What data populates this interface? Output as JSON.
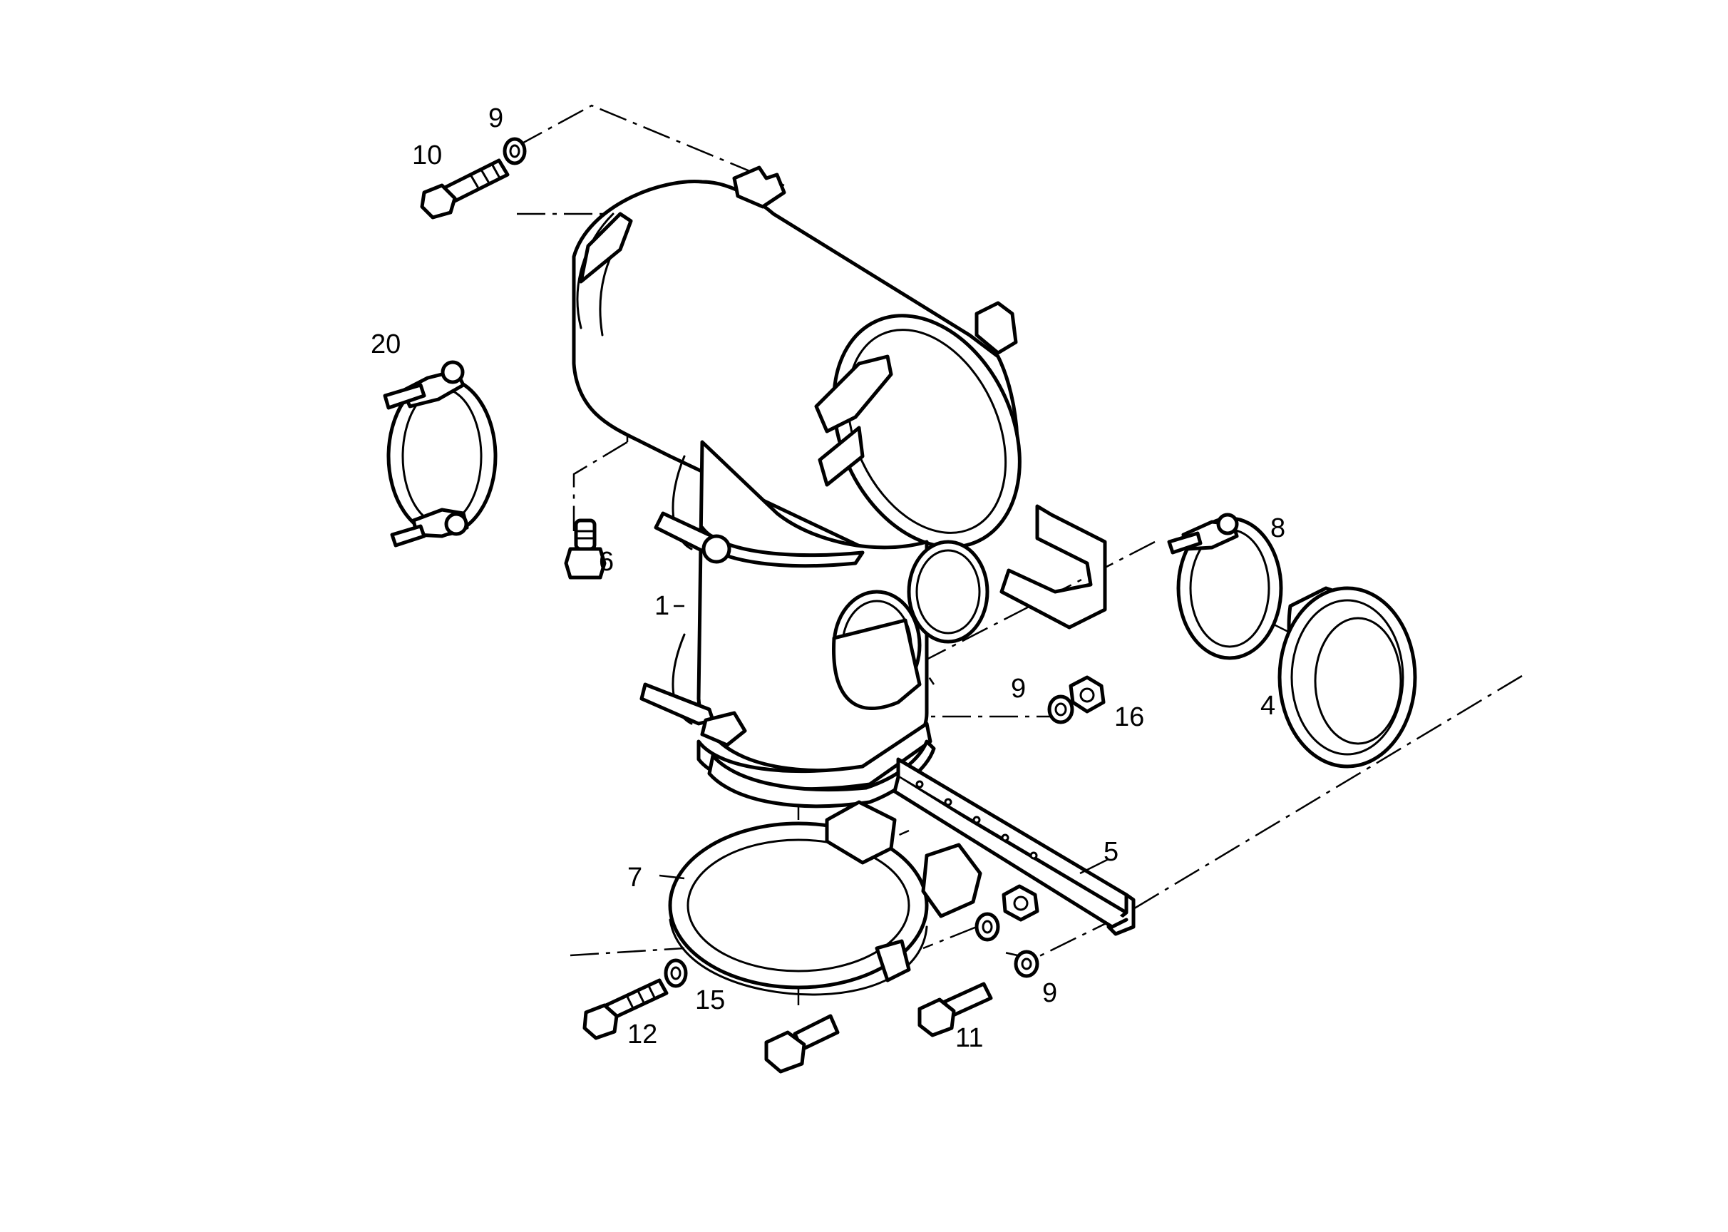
{
  "callouts": [
    {
      "id": "c1",
      "label": "1"
    },
    {
      "id": "c4",
      "label": "4"
    },
    {
      "id": "c5",
      "label": "5"
    },
    {
      "id": "c6",
      "label": "6"
    },
    {
      "id": "c7",
      "label": "7"
    },
    {
      "id": "c8",
      "label": "8"
    },
    {
      "id": "c9a",
      "label": "9"
    },
    {
      "id": "c9b",
      "label": "9"
    },
    {
      "id": "c9c",
      "label": "9"
    },
    {
      "id": "c10",
      "label": "10"
    },
    {
      "id": "c11",
      "label": "11"
    },
    {
      "id": "c12",
      "label": "12"
    },
    {
      "id": "c15",
      "label": "15"
    },
    {
      "id": "c16",
      "label": "16"
    },
    {
      "id": "c20",
      "label": "20"
    }
  ]
}
